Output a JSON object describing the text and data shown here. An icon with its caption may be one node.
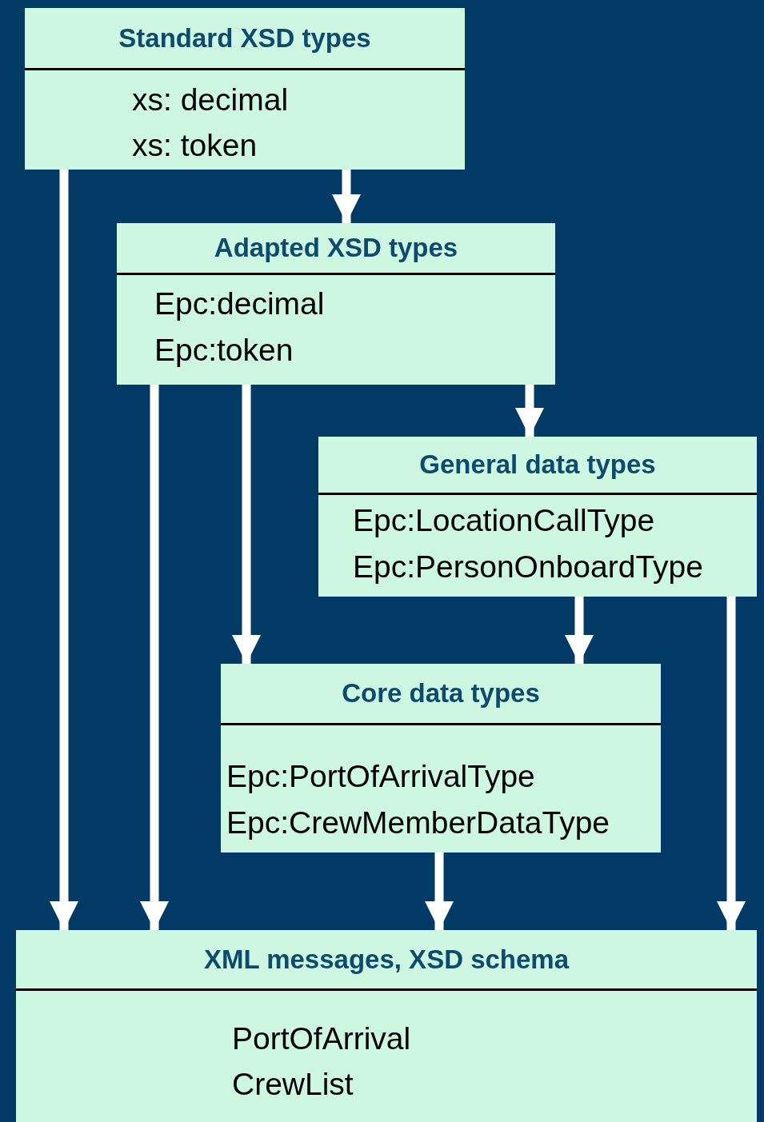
{
  "diagram": {
    "nodes": [
      {
        "text": [
          "Standard XSD types",
          "xs: decimal",
          "xs: token"
        ]
      },
      {
        "text": [
          "Adapted XSD types",
          "Epc:decimal",
          "Epc:token"
        ]
      },
      {
        "text": [
          "General data types",
          "Epc:LocationCallType",
          "Epc:PersonOnboardType"
        ]
      },
      {
        "text": [
          "Core data types",
          "Epc:PortOfArrivalType",
          "Epc:CrewMemberDataType"
        ]
      },
      {
        "text": [
          "XML messages, XSD schema",
          "PortOfArrival",
          "CrewList"
        ]
      }
    ],
    "edges": [
      {
        "from": 0,
        "to": 4,
        "arrow": "to"
      },
      {
        "from": 0,
        "to": 1,
        "arrow": "to"
      },
      {
        "from": 1,
        "to": 4,
        "arrow": "to"
      },
      {
        "from": 1,
        "to": 3,
        "arrow": "to"
      },
      {
        "from": 1,
        "to": 2,
        "arrow": "to"
      },
      {
        "from": 2,
        "to": 3,
        "arrow": "to"
      },
      {
        "from": 3,
        "to": 4,
        "arrow": "to"
      },
      {
        "from": 2,
        "to": 4,
        "arrow": "to"
      }
    ]
  }
}
